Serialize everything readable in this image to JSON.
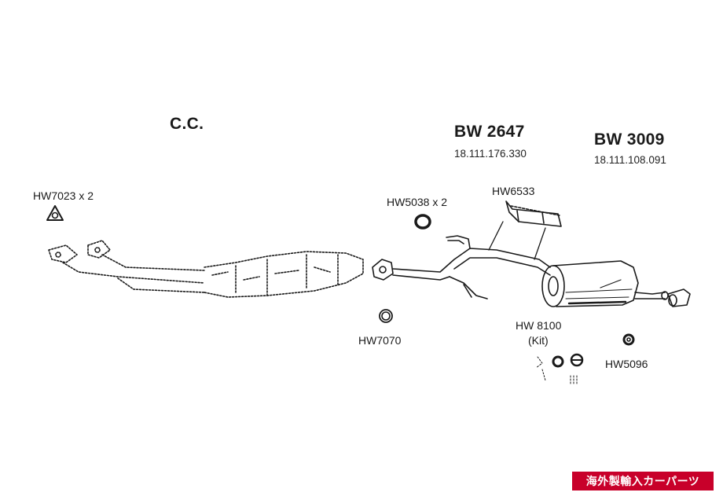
{
  "labels": {
    "cc": "C.C.",
    "bw2647": "BW 2647",
    "bw2647_num": "18.111.176.330",
    "bw3009": "BW 3009",
    "bw3009_num": "18.111.108.091",
    "hw7023": "HW7023 x 2",
    "hw5038": "HW5038 x 2",
    "hw6533": "HW6533",
    "hw7070": "HW7070",
    "hw8100": "HW 8100",
    "hw8100_kit": "(Kit)",
    "hw5096": "HW5096"
  },
  "badge": {
    "text": "海外製輸入カーパーツ",
    "color": "#c8002a"
  },
  "colors": {
    "ink": "#1a1a1a",
    "paper": "#ffffff"
  }
}
